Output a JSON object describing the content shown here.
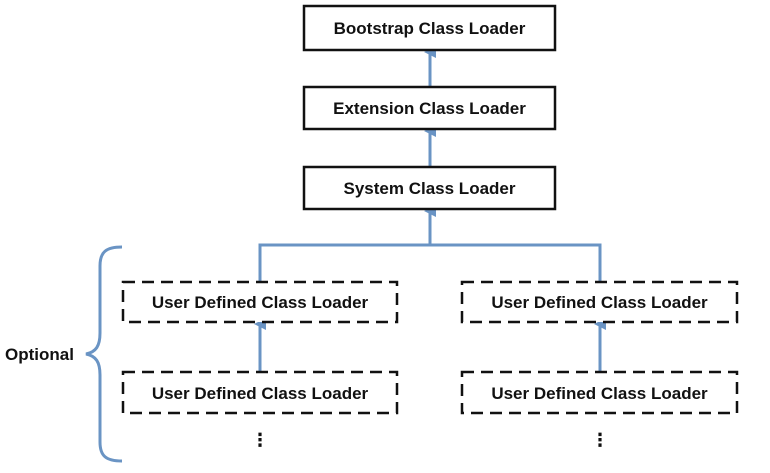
{
  "diagram": {
    "nodes": {
      "bootstrap": "Bootstrap Class Loader",
      "extension": "Extension Class Loader",
      "system": "System Class Loader",
      "user_left_top": "User Defined Class Loader",
      "user_right_top": "User Defined Class Loader",
      "user_left_bottom": "User Defined Class Loader",
      "user_right_bottom": "User Defined Class Loader"
    },
    "optional_label": "Optional",
    "ellipsis_left": "⋮",
    "ellipsis_right": "⋮"
  },
  "colors": {
    "connector": "#6a94c4",
    "node_border": "#111111",
    "text": "#111111"
  }
}
